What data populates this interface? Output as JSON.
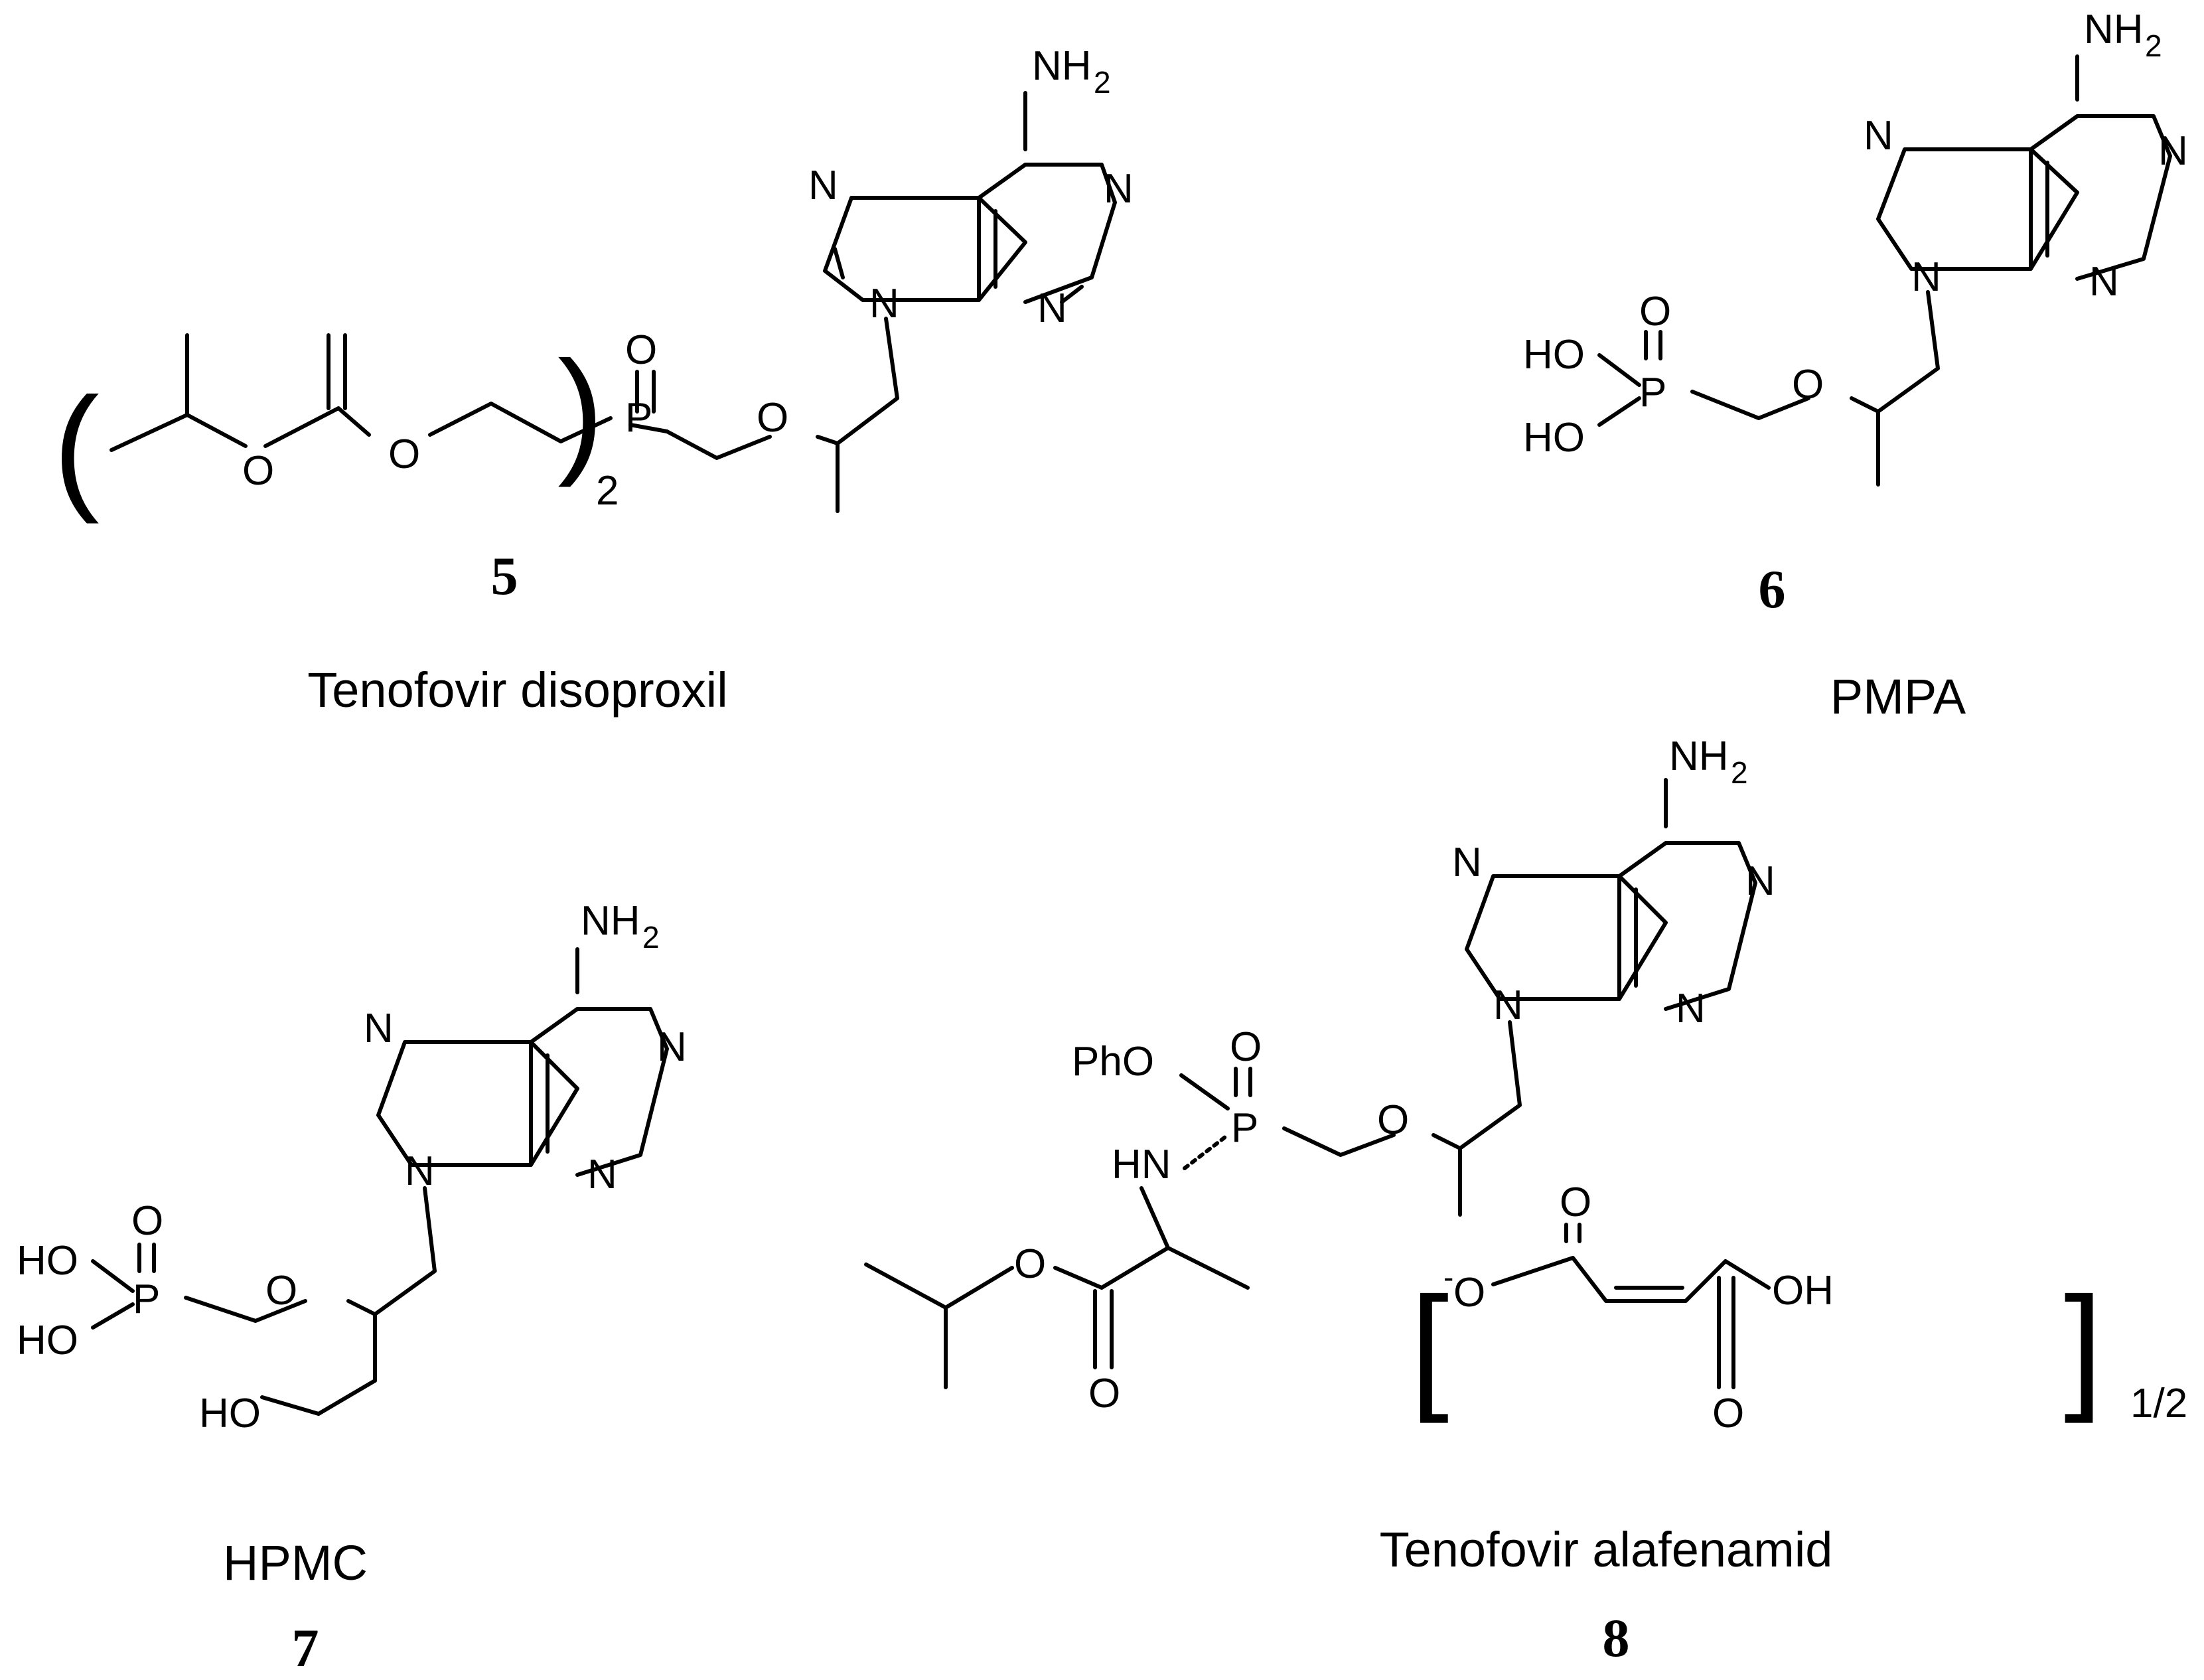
{
  "compounds": [
    {
      "number": "5",
      "name": "Tenofovir disoproxil"
    },
    {
      "number": "6",
      "name": "PMPA"
    },
    {
      "number": "7",
      "name": "HPMC"
    },
    {
      "number": "8",
      "name": "Tenofovir alafenamid"
    }
  ],
  "atoms": {
    "N": "N",
    "O": "O",
    "P": "P",
    "NH2": "NH",
    "sub2": "2",
    "HO": "HO",
    "HN": "HN",
    "PhO": "PhO",
    "OH": "OH",
    "Ominus": "O",
    "minus": "-",
    "half": "1/2",
    "count2": "2"
  }
}
